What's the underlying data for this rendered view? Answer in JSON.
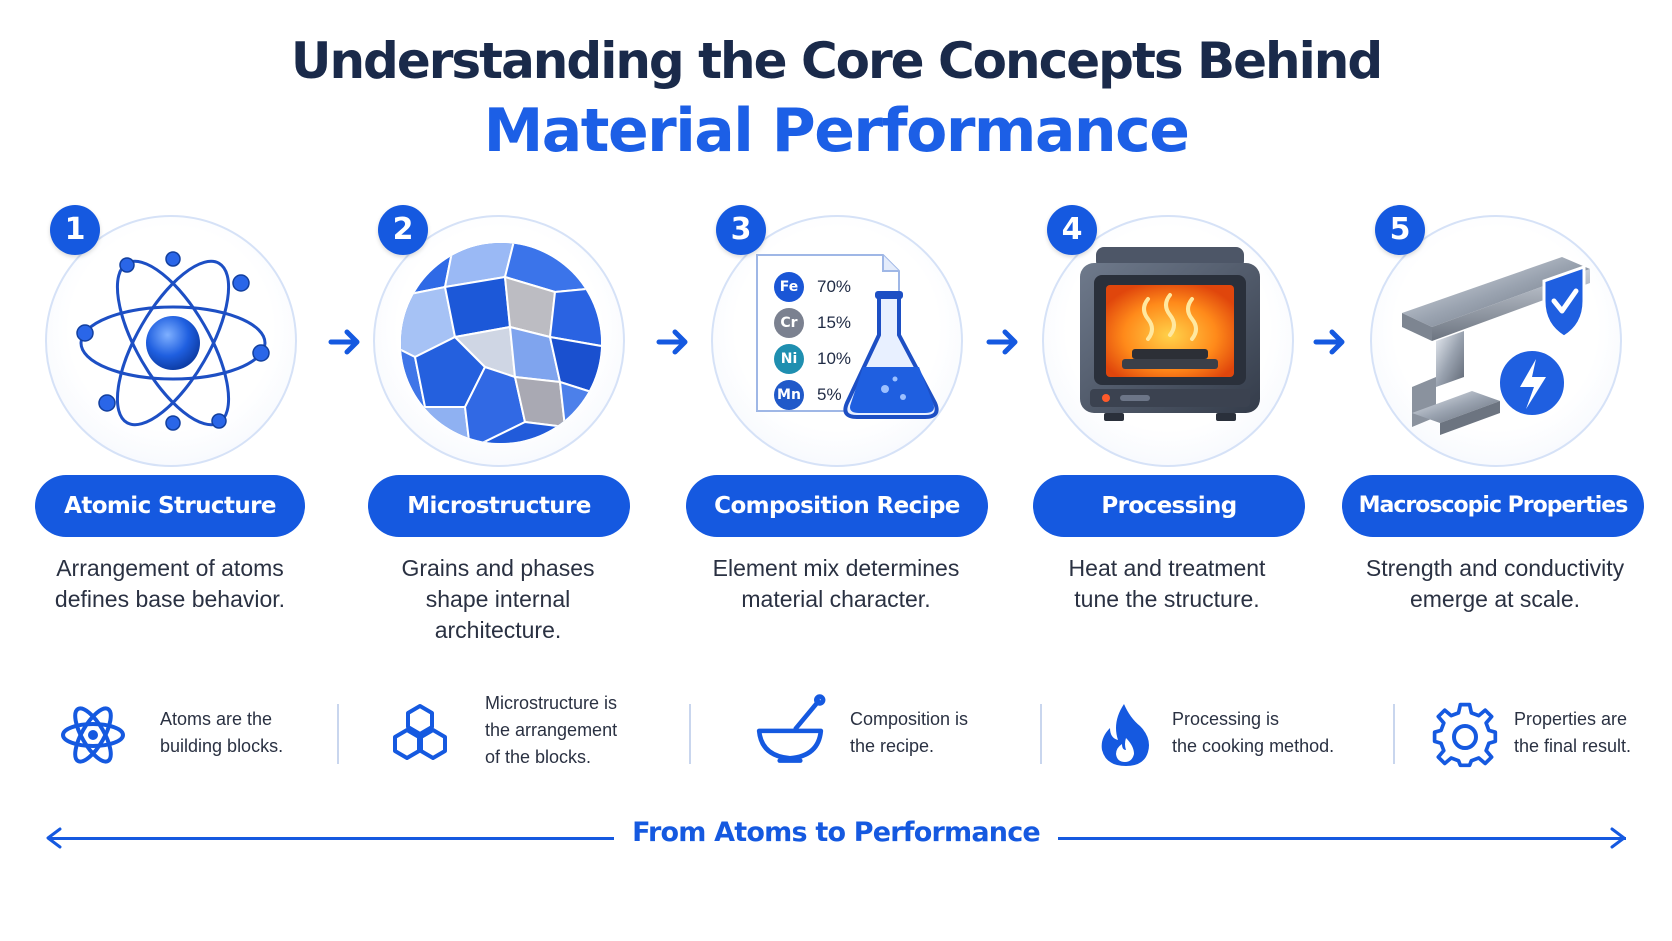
{
  "title": {
    "line1": "Understanding the Core Concepts Behind",
    "line2": "Material Performance"
  },
  "steps": [
    {
      "number": "1",
      "label": "Atomic Structure",
      "desc": [
        "Arrangement of atoms",
        "defines base behavior."
      ],
      "icon": "atom-icon"
    },
    {
      "number": "2",
      "label": "Microstructure",
      "desc": [
        "Grains and phases",
        "shape internal",
        "architecture."
      ],
      "icon": "grain-structure-icon"
    },
    {
      "number": "3",
      "label": "Composition Recipe",
      "desc": [
        "Element mix determines",
        "material character."
      ],
      "icon": "recipe-flask-icon",
      "elements": [
        {
          "symbol": "Fe",
          "percent": "70%",
          "color": "#1a56d6"
        },
        {
          "symbol": "Cr",
          "percent": "15%",
          "color": "#7b8190"
        },
        {
          "symbol": "Ni",
          "percent": "10%",
          "color": "#1f8fb0"
        },
        {
          "symbol": "Mn",
          "percent": "5%",
          "color": "#2059c9"
        }
      ]
    },
    {
      "number": "4",
      "label": "Processing",
      "desc": [
        "Heat and treatment",
        "tune the structure."
      ],
      "icon": "furnace-icon"
    },
    {
      "number": "5",
      "label": "Macroscopic Properties",
      "desc": [
        "Strength and conductivity",
        "emerge at scale."
      ],
      "icon": "steel-beam-icon"
    }
  ],
  "concepts": [
    {
      "icon": "atom-outline-icon",
      "lines": [
        "Atoms are the",
        "building blocks."
      ]
    },
    {
      "icon": "hexagon-cluster-icon",
      "lines": [
        "Microstructure is",
        "the arrangement",
        "of the blocks."
      ]
    },
    {
      "icon": "mixing-bowl-icon",
      "lines": [
        "Composition is",
        "the recipe."
      ]
    },
    {
      "icon": "flame-icon",
      "lines": [
        "Processing is",
        "the cooking method."
      ]
    },
    {
      "icon": "gear-icon",
      "lines": [
        "Properties are",
        "the final result."
      ]
    }
  ],
  "footer": {
    "label": "From Atoms to Performance"
  },
  "colors": {
    "primary": "#1559e0",
    "title": "#1a2a4a",
    "accent": "#1c5fe6"
  }
}
